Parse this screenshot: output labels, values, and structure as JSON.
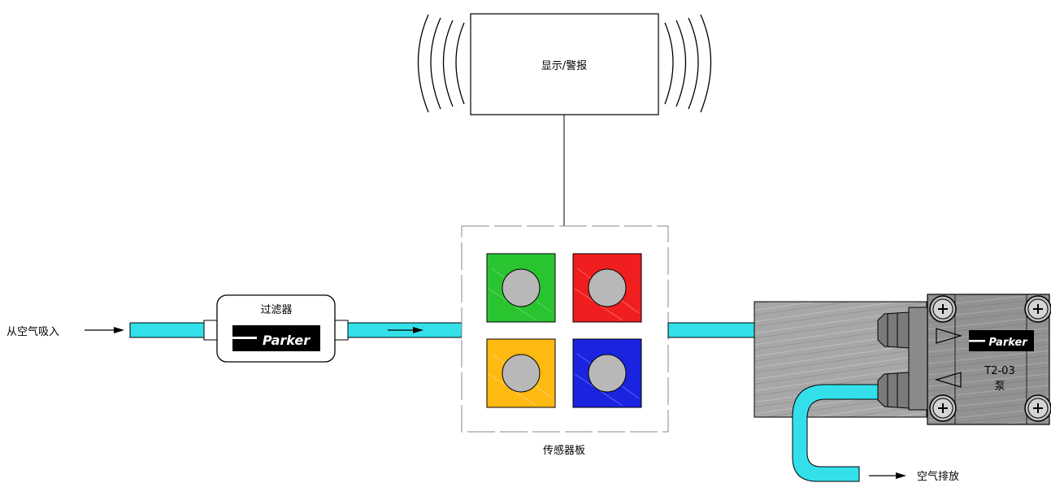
{
  "labels": {
    "display_alarm": "显示/警报",
    "filter": "过滤器",
    "sensor_board": "传感器板",
    "air_inlet": "从空气吸入",
    "air_exhaust": "空气排放",
    "pump_model": "T2-03",
    "pump": "泵",
    "brand": "Parker",
    "brand_pump": "Parker"
  },
  "colors": {
    "tube": "#33e0ea",
    "sensor_green": "#2ac431",
    "sensor_red": "#f01e1e",
    "sensor_yellow": "#ffba12",
    "sensor_blue": "#1a24e0",
    "sensor_disc": "#b8b8b8",
    "pump_body": "#9a9a9a"
  },
  "icons": {
    "signal_waves": "wave-arcs-icon",
    "screw": "cross-screw-icon",
    "flow_arrow": "right-arrow-icon"
  }
}
